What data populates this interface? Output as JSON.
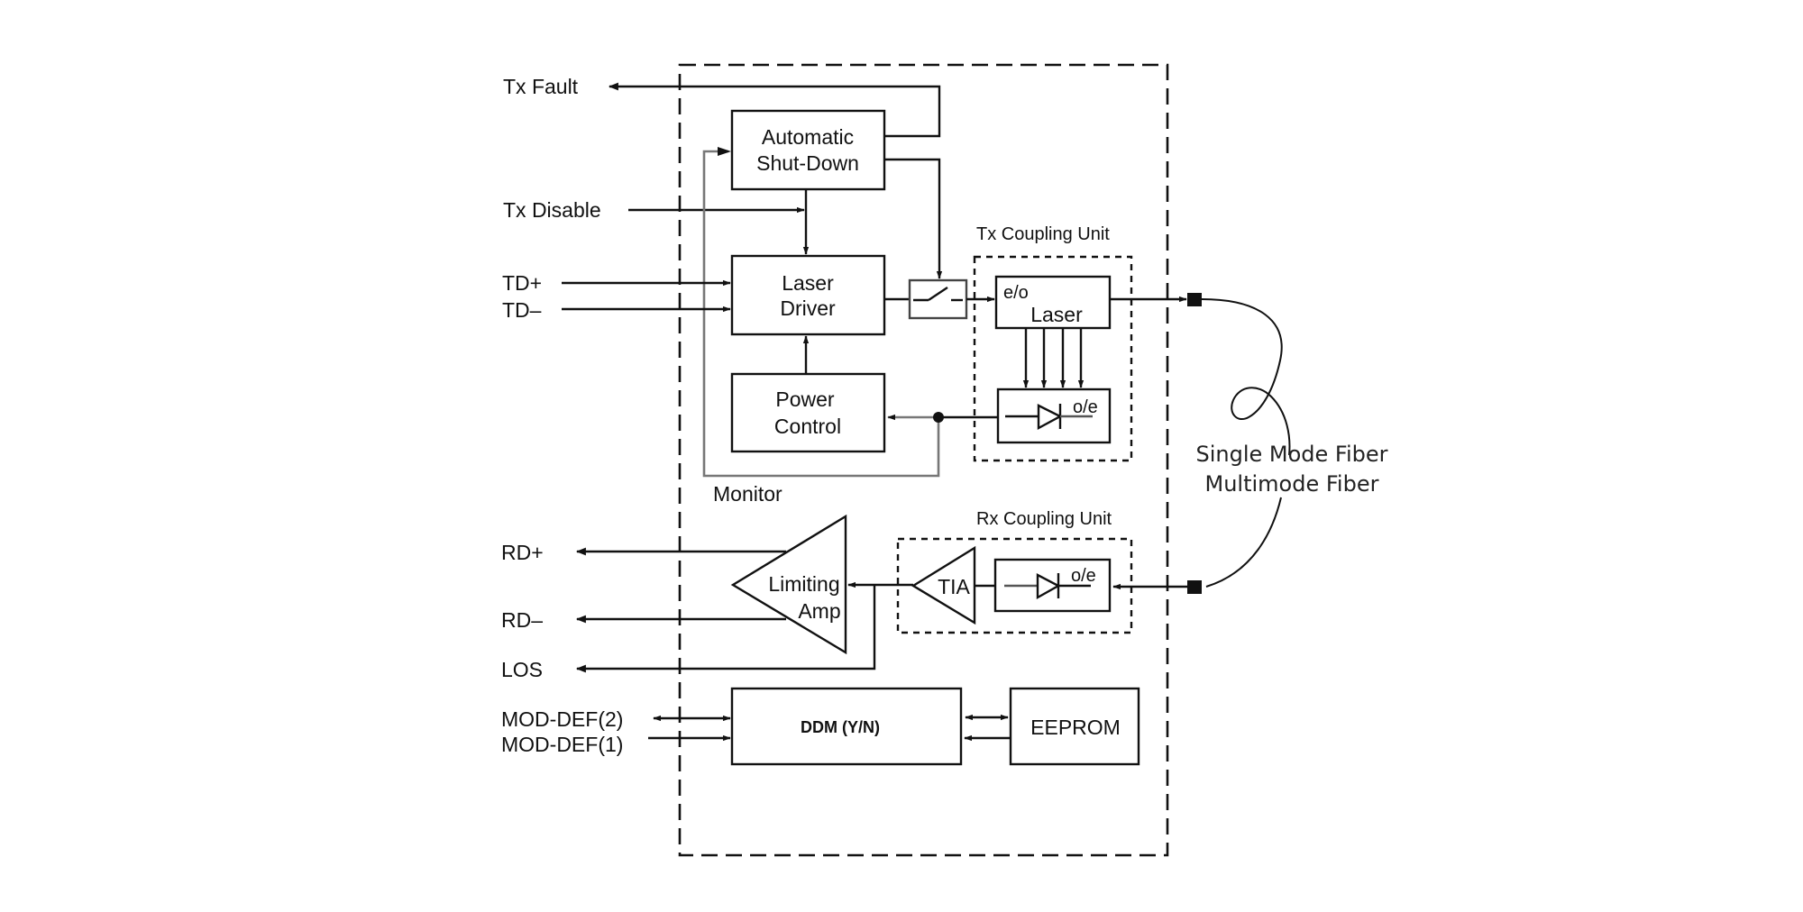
{
  "diagram": {
    "title": "SFP Transceiver Block Diagram",
    "pins": {
      "tx_fault": "Tx Fault",
      "tx_disable": "Tx Disable",
      "td_plus": "TD+",
      "td_minus": "TD–",
      "rd_plus": "RD+",
      "rd_minus": "RD–",
      "los": "LOS",
      "mod_def_2": "MOD-DEF(2)",
      "mod_def_1": "MOD-DEF(1)"
    },
    "blocks": {
      "asd_line1": "Automatic",
      "asd_line2": "Shut-Down",
      "laser_driver_line1": "Laser",
      "laser_driver_line2": "Driver",
      "power_control_line1": "Power",
      "power_control_line2": "Control",
      "laser_tag": "e/o",
      "laser": "Laser",
      "tx_photodiode_tag": "o/e",
      "rx_photodiode_tag": "o/e",
      "tia": "TIA",
      "limiting_amp_line1": "Limiting",
      "limiting_amp_line2": "Amp",
      "ddm": "DDM (Y/N)",
      "eeprom": "EEPROM"
    },
    "groups": {
      "tx_coupling_unit": "Tx Coupling Unit",
      "rx_coupling_unit": "Rx Coupling Unit",
      "monitor": "Monitor"
    },
    "fiber": {
      "line1": "Single Mode Fiber",
      "line2": "Multimode Fiber"
    }
  }
}
